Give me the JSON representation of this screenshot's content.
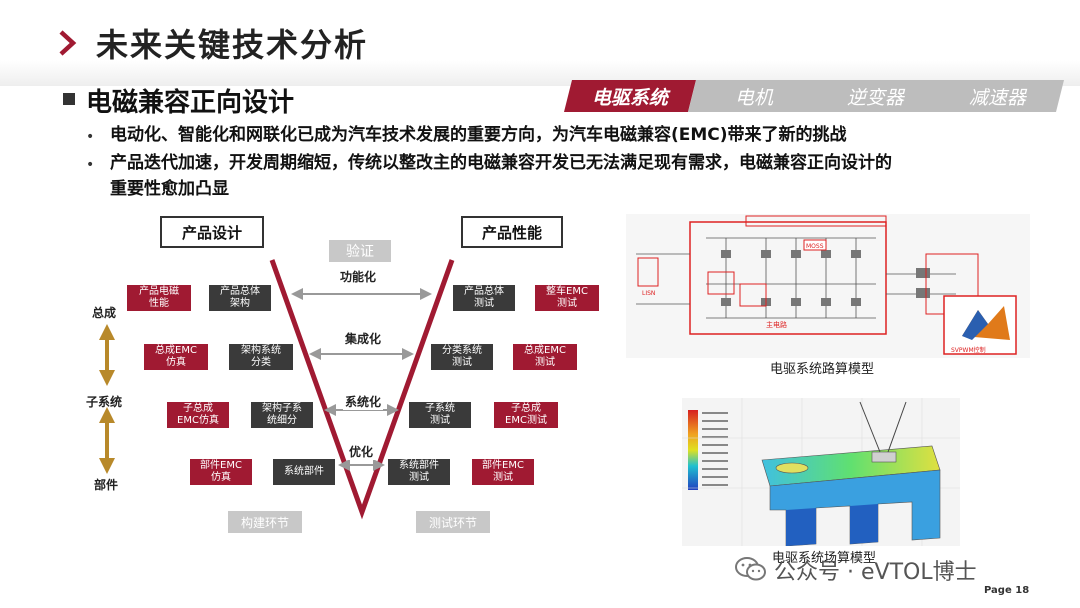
{
  "header": {
    "title": "未来关键技术分析",
    "section": "电磁兼容正向设计"
  },
  "tabs": [
    {
      "label": "电驱系统",
      "active": true
    },
    {
      "label": "电机",
      "active": false
    },
    {
      "label": "逆变器",
      "active": false
    },
    {
      "label": "减速器",
      "active": false
    }
  ],
  "bullets": [
    {
      "line1": "电动化、智能化和网联化已成为汽车技术发展的重要方向，为汽车电磁兼容(EMC)带来了新的挑战"
    },
    {
      "line1": "产品迭代加速，开发周期缩短，传统以整改主的电磁兼容开发已无法满足现有需求，电磁兼容正向设计的",
      "line2": "重要性愈加凸显"
    }
  ],
  "vdiagram": {
    "left_header": "产品设计",
    "right_header": "产品性能",
    "verify": "验证",
    "levels": [
      "总成",
      "子系统",
      "部件"
    ],
    "rows": [
      {
        "arrow": "功能化",
        "l_red": "产品电磁\n性能",
        "l_dark": "产品总体\n架构",
        "r_dark": "产品总体\n测试",
        "r_red": "整车EMC\n测试"
      },
      {
        "arrow": "集成化",
        "l_red": "总成EMC\n仿真",
        "l_dark": "架构系统\n分类",
        "r_dark": "分类系统\n测试",
        "r_red": "总成EMC\n测试"
      },
      {
        "arrow": "系统化",
        "l_red": "子总成\nEMC仿真",
        "l_dark": "架构子系\n统细分",
        "r_dark": "子系统\n测试",
        "r_red": "子总成\nEMC测试"
      },
      {
        "arrow": "优化",
        "l_red": "部件EMC\n仿真",
        "l_dark": "系统部件",
        "r_dark": "系统部件\n测试",
        "r_red": "部件EMC\n测试"
      }
    ],
    "bottom_left": "构建环节",
    "bottom_right": "测试环节"
  },
  "figures": {
    "circuit_caption": "电驱系统路算模型",
    "field_caption": "电驱系统场算模型",
    "circuit_labels": {
      "source": "LISN",
      "block": "主电路",
      "mos": "MOSS",
      "svpwm": "SVPWM控制"
    }
  },
  "footer": {
    "watermark": "公众号 · eVTOL博士",
    "page": "Page 18"
  },
  "colors": {
    "accent": "#a01a32",
    "dark_box": "#3a3a3a",
    "gray_tab": "#bdbdbd"
  }
}
